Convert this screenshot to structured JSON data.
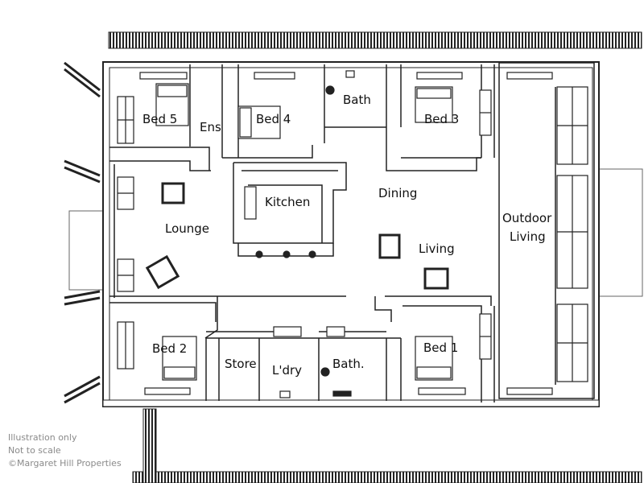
{
  "rooms": {
    "bed5": "Bed 5",
    "ens": "Ens",
    "bed4": "Bed 4",
    "bath_top": "Bath",
    "bed3": "Bed 3",
    "kitchen": "Kitchen",
    "dining": "Dining",
    "lounge": "Lounge",
    "living": "Living",
    "outdoor_line1": "Outdoor",
    "outdoor_line2": "Living",
    "bed2": "Bed 2",
    "store": "Store",
    "laundry": "L'dry",
    "bath_bottom": "Bath.",
    "bed1": "Bed 1"
  },
  "footer": {
    "line1": "Illustration only",
    "line2": "Not to scale",
    "line3": "©Margaret Hill Properties"
  },
  "colors": {
    "wall": "#222222",
    "note": "#8a8a8a"
  }
}
